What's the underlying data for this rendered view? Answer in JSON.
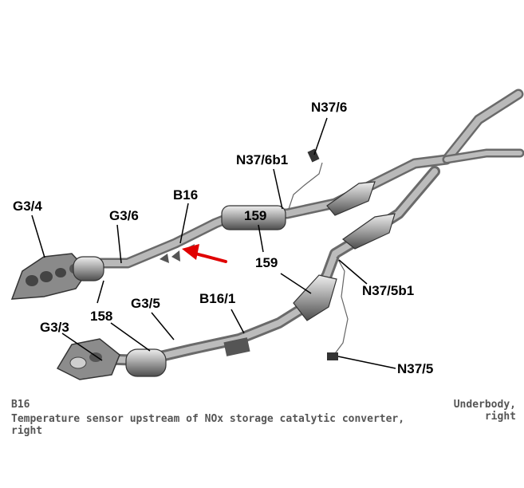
{
  "diagram": {
    "labels": {
      "n37_6": "N37/6",
      "n37_6b1": "N37/6b1",
      "b16": "B16",
      "g3_6": "G3/6",
      "g3_4": "G3/4",
      "n159_top": "159",
      "n159_bottom": "159",
      "n37_5b1": "N37/5b1",
      "b16_1": "B16/1",
      "g3_5": "G3/5",
      "n158": "158",
      "g3_3": "G3/3",
      "n37_5": "N37/5"
    },
    "colors": {
      "pipe": "#9a9a9a",
      "pipe_dark": "#6c6c6c",
      "pipe_light": "#d4d4d4",
      "arrow": "#e00000"
    }
  },
  "caption": {
    "code": "B16",
    "description": "Temperature sensor upstream of NOx storage catalytic converter, right",
    "location_line1": "Underbody,",
    "location_line2": "right"
  }
}
